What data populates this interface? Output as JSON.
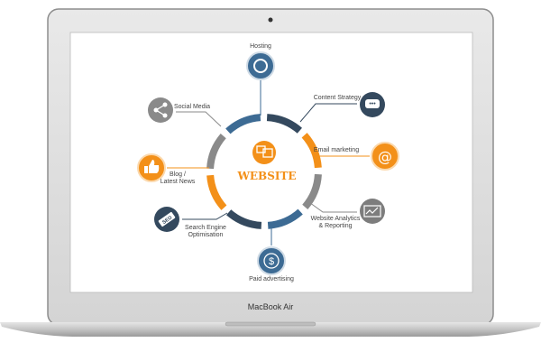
{
  "device": {
    "brand_label": "MacBook Air"
  },
  "colors": {
    "orange": "#f39019",
    "blue": "#3d6b94",
    "dark": "#34495e",
    "gray": "#8a8a8a"
  },
  "diagram": {
    "center": {
      "label": "WEBSITE",
      "icon": "devices-icon"
    },
    "nodes": [
      {
        "label": "Hosting",
        "icon": "headset-icon"
      },
      {
        "label": "Content Strategy",
        "icon": "chat-bubble-icon"
      },
      {
        "label": "Email marketing",
        "icon": "at-sign-icon"
      },
      {
        "label_line1": "Website Analytics",
        "label_line2": "& Reporting",
        "icon": "line-chart-icon"
      },
      {
        "label": "Paid advertising",
        "icon": "dollar-icon"
      },
      {
        "label_line1": "Search Engine",
        "label_line2": "Optimisation",
        "icon": "seo-tag-icon",
        "icon_text": "SEO"
      },
      {
        "label_line1": "Blog /",
        "label_line2": "Latest News",
        "icon": "thumbs-up-icon"
      },
      {
        "label": "Social Media",
        "icon": "share-icon"
      }
    ]
  }
}
